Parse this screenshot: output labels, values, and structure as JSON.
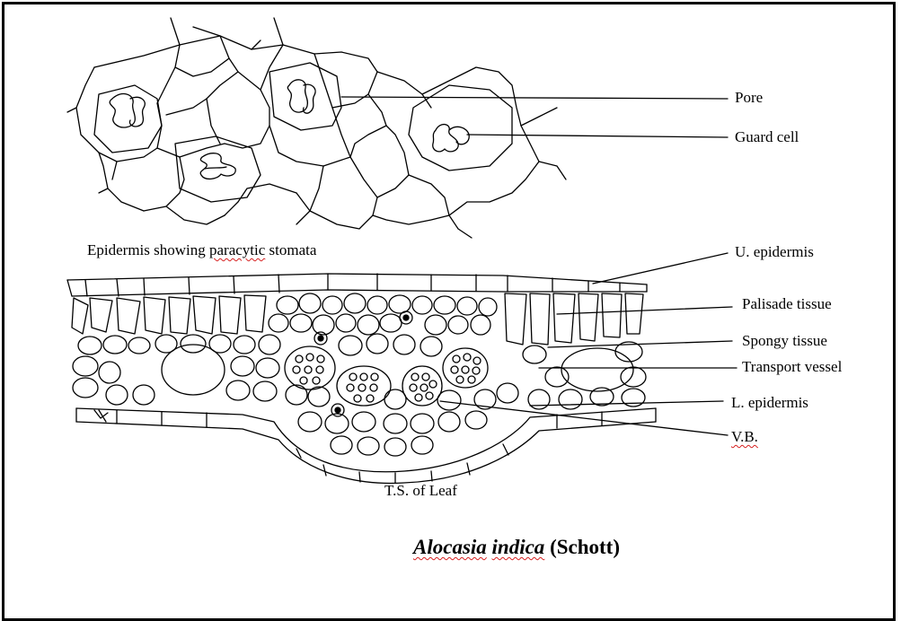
{
  "labels": {
    "pore": "Pore",
    "guard_cell": "Guard cell",
    "epidermis_caption_pre": "Epidermis showing ",
    "epidermis_caption_word": "paracytic",
    "epidermis_caption_post": " stomata",
    "upper_epidermis": "U. epidermis",
    "palisade": "Palisade tissue",
    "spongy": "Spongy tissue",
    "transport": "Transport vessel",
    "lower_epidermis": "L. epidermis",
    "vb": "V.B.",
    "ts_caption": "T.S. of Leaf"
  },
  "title": {
    "genus": "Alocasia",
    "species": "indica",
    "authority": " (Schott)"
  },
  "colors": {
    "ink": "#000000",
    "spellcheck": "#d62020",
    "background": "#ffffff"
  }
}
